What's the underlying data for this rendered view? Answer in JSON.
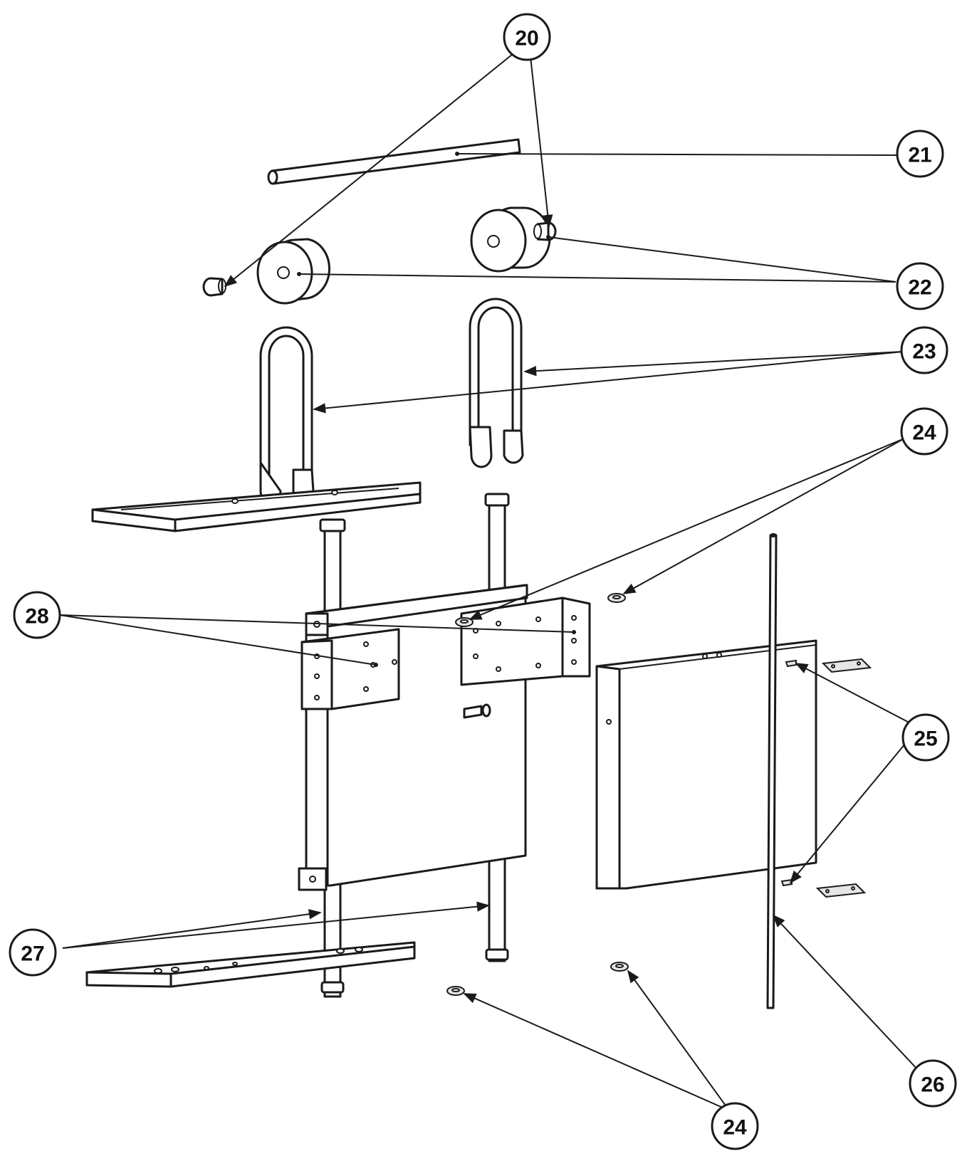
{
  "callouts": [
    {
      "id": "c20",
      "label": "20"
    },
    {
      "id": "c21",
      "label": "21"
    },
    {
      "id": "c22",
      "label": "22"
    },
    {
      "id": "c23",
      "label": "23"
    },
    {
      "id": "c24a",
      "label": "24"
    },
    {
      "id": "c25",
      "label": "25"
    },
    {
      "id": "c26",
      "label": "26"
    },
    {
      "id": "c27",
      "label": "27"
    },
    {
      "id": "c28",
      "label": "28"
    },
    {
      "id": "c24b",
      "label": "24"
    }
  ],
  "colors": {
    "line": "#1a1a1a",
    "background": "#ffffff"
  }
}
